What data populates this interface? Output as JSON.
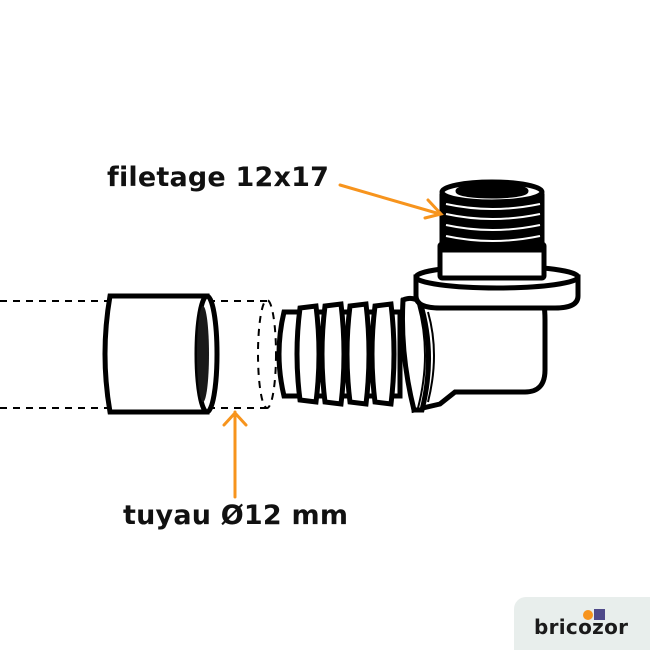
{
  "labels": {
    "thread": "filetage 12x17",
    "pipe": "tuyau Ø12 mm"
  },
  "brand": {
    "name": "bricozor",
    "dot_color": "#f7941d",
    "square_color": "#4f4a8a",
    "background": "#e8eeec"
  },
  "colors": {
    "arrow": "#f7941d",
    "stroke": "#000000",
    "fill": "#ffffff"
  },
  "icons": {
    "pipe": "pipe-sleeve-icon",
    "fitting": "elbow-fitting-icon",
    "arrow": "arrow-icon"
  }
}
